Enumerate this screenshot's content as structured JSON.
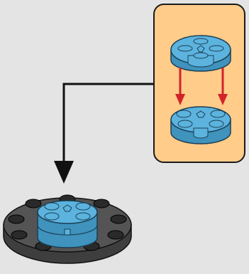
{
  "step": {
    "callout": {
      "background": "#ffcc8a",
      "border": "#1a1a1a",
      "parts": [
        {
          "name": "round-plate-2x2-top",
          "color": "#5cb3de"
        },
        {
          "name": "round-plate-2x2-bottom",
          "color": "#5cb3de"
        }
      ],
      "motion_arrows": {
        "count": 2,
        "color": "#d2232a"
      }
    },
    "pointer_arrow": {
      "color": "#111111"
    },
    "base": {
      "part": "round-plate-4x4",
      "color": "#545454",
      "stud_color": "#2a2a2a",
      "stack_color": "#5cb3de"
    }
  }
}
